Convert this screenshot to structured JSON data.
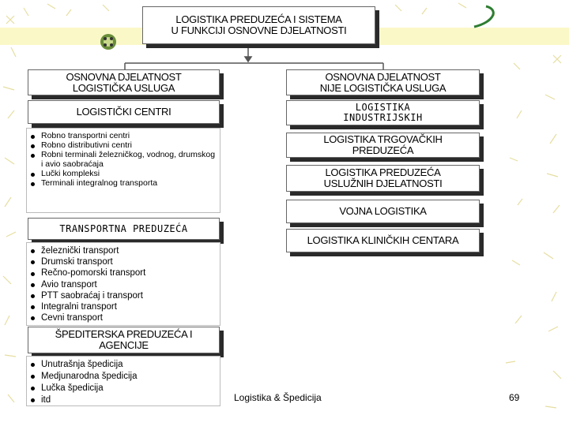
{
  "top": {
    "line1": "LOGISTIKA PREDUZEĆA I SISTEMA",
    "line2": "U FUNKCIJI OSNOVNE DJELATNOSTI"
  },
  "left": {
    "heading_line1": "OSNOVNA DJELATNOST",
    "heading_line2": "LOGISTIČKA USLUGA",
    "centri": {
      "title": "LOGISTIČKI  CENTRI",
      "items": [
        "Robno transportni centri",
        "Robno distributivni centri",
        "Robni terminali železničkog, vodnog, drumskog i avio saobraćaja",
        "Lučki kompleksi",
        "Terminali integralnog transporta"
      ]
    },
    "transport": {
      "title": "TRANSPORTNA  PREDUZEĆA",
      "items": [
        "železnički transport",
        "Drumski transport",
        "Rečno-pomorski transport",
        "Avio transport",
        "PTT saobraćaj i transport",
        "Integralni transport",
        "Cevni transport"
      ]
    },
    "spedicija": {
      "title_line1": "ŠPEDITERSKA PREDUZEĆA I",
      "title_line2": "AGENCIJE",
      "items": [
        "Unutrašnja špedicija",
        "Medjunarodna špedicija",
        "Lučka špedicija",
        "itd"
      ]
    }
  },
  "right": {
    "heading_line1": "OSNOVNA DJELATNOST",
    "heading_line2": "NIJE LOGISTIČKA USLUGA",
    "boxes": [
      {
        "line1": "LOGISTIKA",
        "line2": "INDUSTRIJSKIH"
      },
      {
        "line1": "LOGISTIKA TRGOVAČKIH",
        "line2": "PREDUZEĆA"
      },
      {
        "line1": "LOGISTIKA PREDUZEĆA",
        "line2": "USLUŽNIH DJELATNOSTI"
      },
      {
        "line1": "VOJNA  LOGISTIKA"
      },
      {
        "line1": "LOGISTIKA KLINIČKIH CENTARA"
      }
    ]
  },
  "footer": {
    "caption": "Logistika & Špedicija",
    "page": "69"
  },
  "colors": {
    "background": "#ffffff",
    "band": "#fbf8c8",
    "shadow": "#2a2a2a",
    "line": "#555555",
    "pattern": "#e8e0a0",
    "swirl": "#2e7d32"
  }
}
